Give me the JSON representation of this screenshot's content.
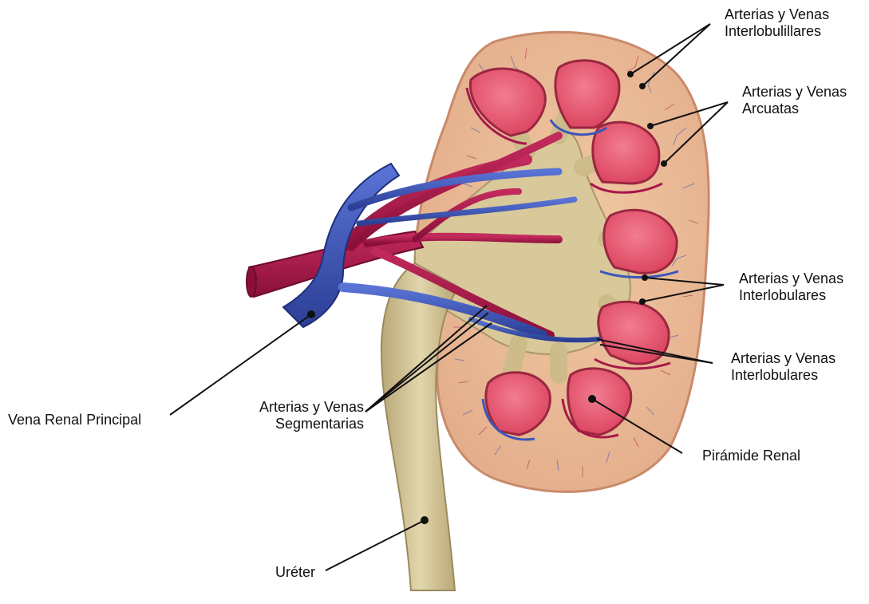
{
  "labels": {
    "interlobulillares": {
      "line1": "Arterias y Venas",
      "line2": "Interlobulillares"
    },
    "arcuatas": {
      "line1": "Arterias y Venas",
      "line2": "Arcuatas"
    },
    "interlobulares_upper": {
      "line1": "Arterias y Venas",
      "line2": "Interlobulares"
    },
    "interlobulares_lower": {
      "line1": "Arterias y Venas",
      "line2": "Interlobulares"
    },
    "piramide": "Pirámide Renal",
    "segmentarias": {
      "line1": "Arterias y Venas",
      "line2": "Segmentarias"
    },
    "vena_renal": "Vena Renal Principal",
    "ureter": "Uréter"
  },
  "colors": {
    "cortex": "#e9b992",
    "cortex_edge": "#c98a6a",
    "pyramid": "#e8506a",
    "pyramid_edge": "#9a2740",
    "artery": "#a8174a",
    "vein": "#3c55b8",
    "pelvis": "#d8c89a",
    "leader": "#111111"
  }
}
